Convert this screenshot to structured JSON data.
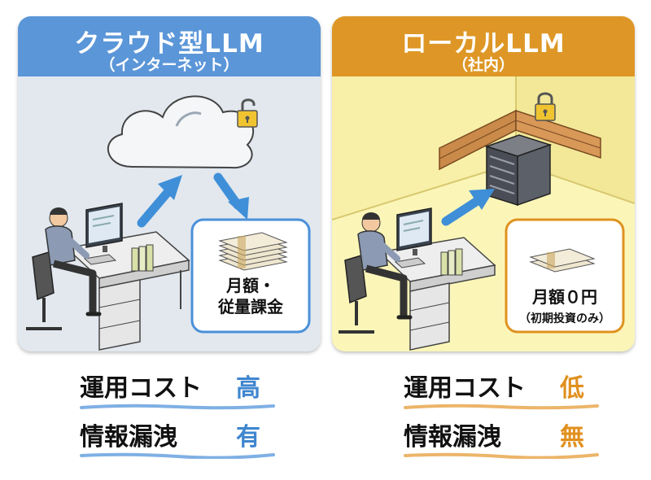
{
  "cloud": {
    "title": "クラウド型LLM",
    "subtitle": "（インターネット）",
    "box_line1": "月額・",
    "box_line2": "従量課金",
    "cost_label": "運用コスト",
    "cost_value": "高",
    "leak_label": "情報漏洩",
    "leak_value": "有"
  },
  "local": {
    "title": "ローカルLLM",
    "subtitle": "（社内）",
    "box_line1": "月額０円",
    "box_line2": "（初期投資のみ）",
    "cost_label": "運用コスト",
    "cost_value": "低",
    "leak_label": "情報漏洩",
    "leak_value": "無"
  },
  "colors": {
    "cloud_header": "#5b96d8",
    "cloud_bg": "#e2e8ee",
    "local_header": "#de9726",
    "local_bg": "#fbf6b8",
    "arrow_blue": "#3f8fd8",
    "cloud_value": "#3f86cf",
    "local_value": "#e0901f",
    "box_border_cloud": "#4a90d9",
    "box_border_local": "#e0921f"
  }
}
